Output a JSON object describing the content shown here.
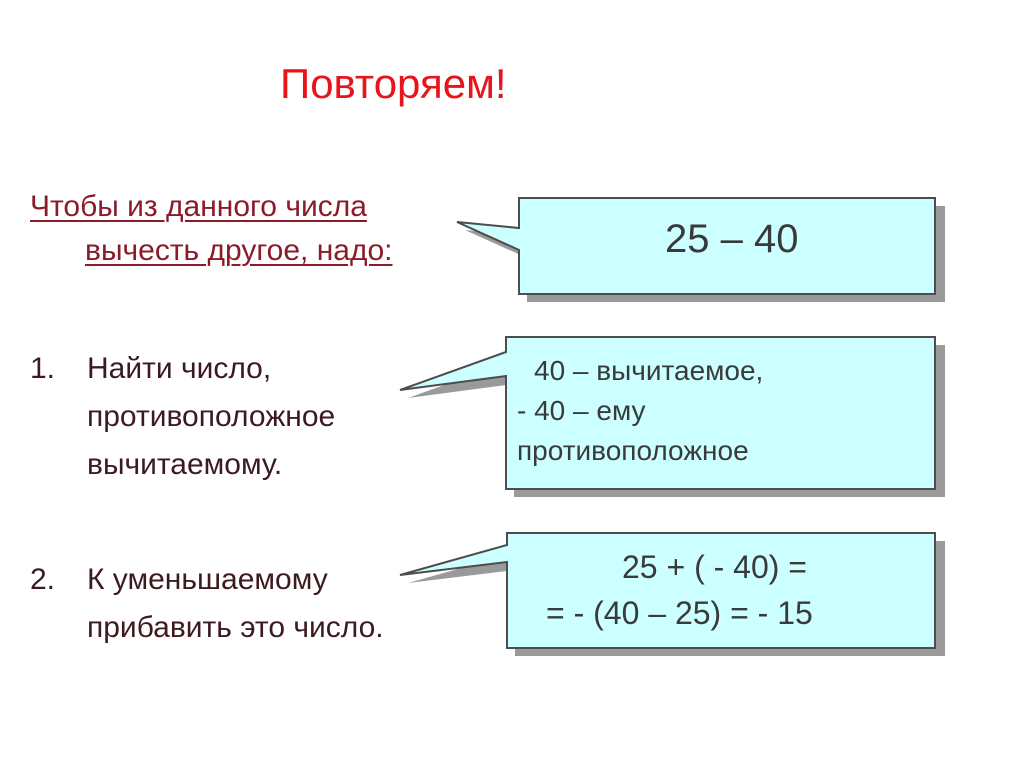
{
  "title": "Повторяем!",
  "intro": {
    "line1": "Чтобы из данного числа",
    "line2": "вычесть другое, надо:"
  },
  "steps": [
    {
      "number": "1.",
      "text": "Найти число,\nпротивоположное\nвычитаемому."
    },
    {
      "number": "2.",
      "text": "К уменьшаемому\nприбавить это число."
    }
  ],
  "callouts": {
    "expression": "25 – 40",
    "explanation": {
      "line1": "40 – вычитаемое,",
      "line2": "- 40 – ему",
      "line3": "противоположное"
    },
    "solution": {
      "line1": "25 + ( - 40) =",
      "line2": "= - (40 – 25) =  - 15"
    }
  },
  "colors": {
    "title": "#e8141b",
    "intro": "#8a1c2a",
    "box_fill": "#ccffff",
    "box_border": "#4d4d4d",
    "box_shadow": "#9a9a9a"
  }
}
